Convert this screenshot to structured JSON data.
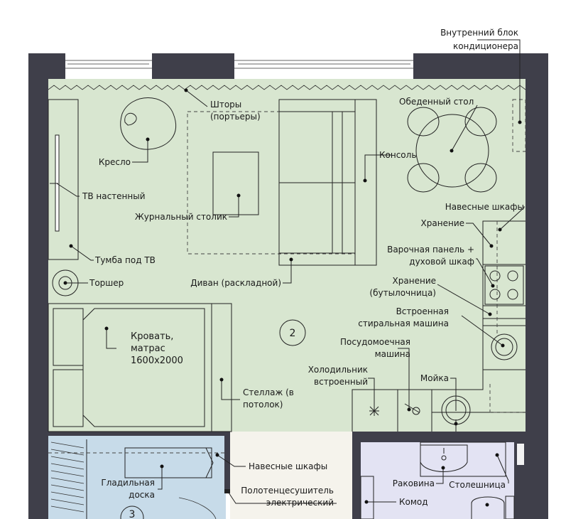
{
  "labels": {
    "ac_unit_line1": "Внутренний блок",
    "ac_unit_line2": "кондиционера",
    "curtains_line1": "Шторы",
    "curtains_line2": "(портьеры)",
    "dining_table": "Обеденный стол",
    "armchair": "Кресло",
    "console": "Консоль",
    "tv_wall": "ТВ настенный",
    "coffee_table": "Журнальный столик",
    "wall_cabinets_top": "Навесные шкафы",
    "storage_top": "Хранение",
    "hob_line1": "Варочная панель +",
    "hob_line2": "духовой шкаф",
    "tv_stand": "Тумба под ТВ",
    "floor_lamp": "Торшер",
    "sofa": "Диван (раскладной)",
    "storage_bottles_line1": "Хранение",
    "storage_bottles_line2": "(бутылочница)",
    "washer_line1": "Встроенная",
    "washer_line2": "стиральная машина",
    "room_number": "2",
    "bed_line1": "Кровать,",
    "bed_line2": "матрас",
    "bed_line3": "1600х2000",
    "dishwasher_line1": "Посудомоечная",
    "dishwasher_line2": "машина",
    "fridge_line1": "Холодильник",
    "fridge_line2": "встроенный",
    "sink": "Мойка",
    "shelving_line1": "Стеллаж (в",
    "shelving_line2": "потолок)",
    "wall_cabinets_bottom": "Навесные шкафы",
    "ironing_line1": "Гладильная",
    "ironing_line2": "доска",
    "room3_number": "3",
    "towel_line1": "Полотенцесушитель",
    "towel_line2": "электрический",
    "washbasin": "Раковина",
    "countertop": "Столешница",
    "chest": "Комод"
  },
  "colors": {
    "living_room": "#d8e6d0",
    "hallway": "#c7dbe9",
    "bathroom": "#e3e3f3",
    "corridor": "#f5f3ec",
    "walls": "#3f3f4a"
  }
}
